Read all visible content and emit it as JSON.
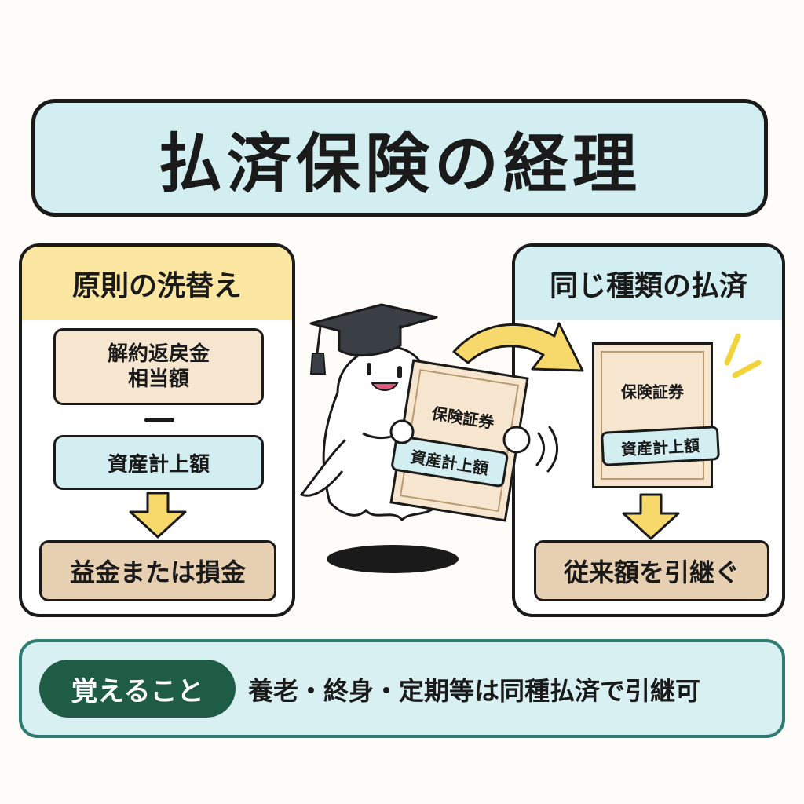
{
  "title": "払済保険の経理",
  "left_panel": {
    "header": "原則の洗替え",
    "refund_line1": "解約返戻金",
    "refund_line2": "相当額",
    "asset": "資産計上額",
    "result": "益金または損金"
  },
  "right_panel": {
    "header": "同じ種類の払済",
    "certificate_title": "保険証券",
    "certificate_tag": "資産計上額",
    "result": "従来額を引継ぐ"
  },
  "held_certificate": {
    "title": "保険証券",
    "tag": "資産計上額"
  },
  "memo": {
    "badge": "覚えること",
    "text": "養老・終身・定期等は同種払済で引継可"
  },
  "colors": {
    "title_bg": "#d2eef0",
    "left_header_bg": "#fbe7a1",
    "badge_bg": "#1f5c46",
    "arrow_fill": "#f7d96b"
  }
}
